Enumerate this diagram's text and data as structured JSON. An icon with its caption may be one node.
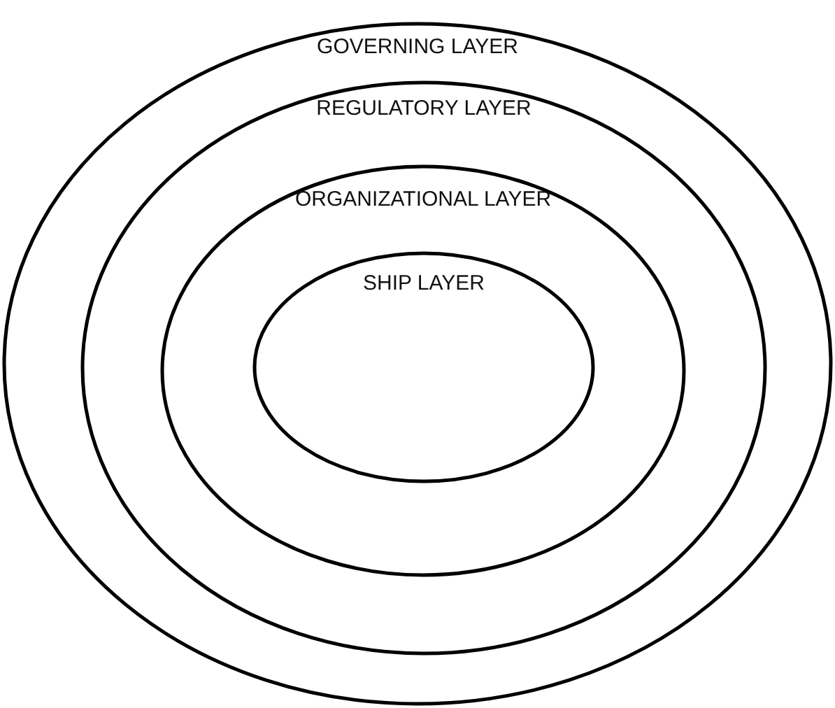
{
  "diagram": {
    "nodes": [
      {
        "text": [
          "GOVERNING LAYER"
        ]
      },
      {
        "text": [
          "REGULATORY LAYER"
        ],
        "in": 0
      },
      {
        "text": [
          "ORGANIZATIONAL LAYER"
        ],
        "in": 1
      },
      {
        "text": [
          "SHIP LAYER"
        ],
        "in": 2
      }
    ],
    "edges": []
  }
}
